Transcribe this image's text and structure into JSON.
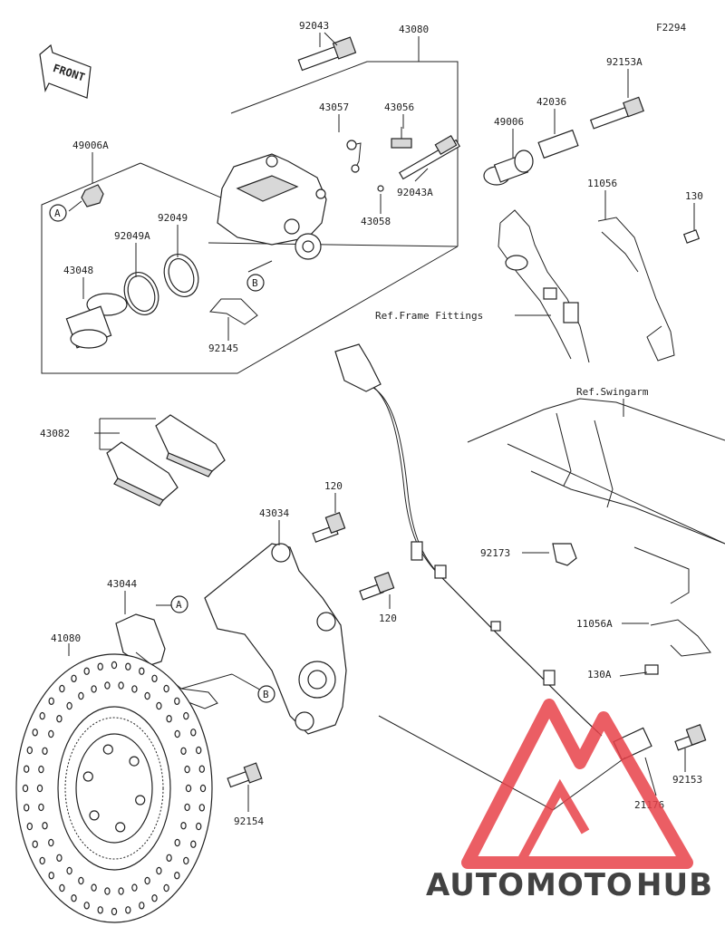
{
  "diagram": {
    "code": "F2294",
    "front_label": "FRONT",
    "refs": {
      "frame": "Ref.Frame Fittings",
      "swingarm": "Ref.Swingarm"
    },
    "markers": {
      "a": "A",
      "b": "B"
    },
    "parts": {
      "p92043": "92043",
      "p43080": "43080",
      "p92153A": "92153A",
      "p43057": "43057",
      "p43056": "43056",
      "p42036": "42036",
      "p49006": "49006",
      "p49006A": "49006A",
      "p92043A": "92043A",
      "p11056": "11056",
      "p130": "130",
      "p92049": "92049",
      "p43058": "43058",
      "p92049A": "92049A",
      "p43048": "43048",
      "p92145": "92145",
      "p43082": "43082",
      "p120a": "120",
      "p120b": "120",
      "p43034": "43034",
      "p43044": "43044",
      "p92173": "92173",
      "p11056A": "11056A",
      "p41080": "41080",
      "p130A": "130A",
      "p92153": "92153",
      "p92154": "92154",
      "p21176": "21176"
    }
  },
  "watermark": {
    "part1": "AUTO",
    "part2": "MOTO",
    "part3": "HUB",
    "colors": {
      "orange": "#f4a24a",
      "red": "#e8424a",
      "gray": "#707070"
    }
  }
}
